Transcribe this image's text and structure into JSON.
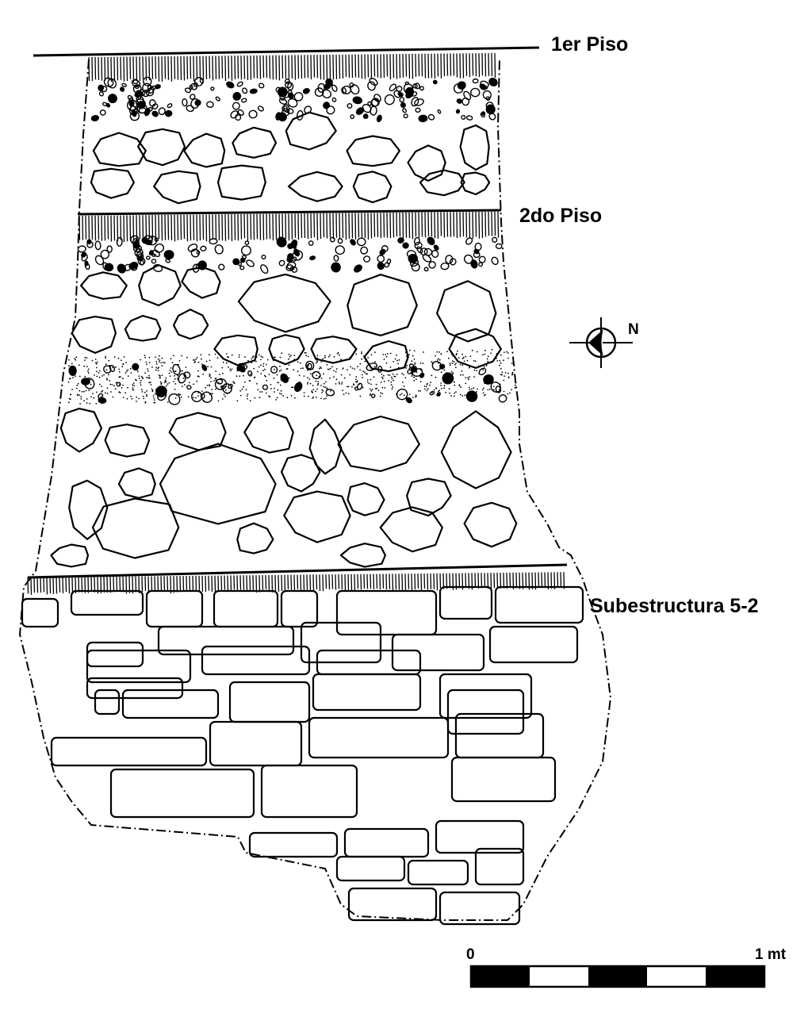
{
  "labels": {
    "floor1": "1er Piso",
    "floor2": "2do Piso",
    "substructure": "Subestructura 5-2"
  },
  "north_arrow": {
    "letter": "N"
  },
  "scale_bar": {
    "start": "0",
    "end": "1 mt"
  },
  "colors": {
    "ink": "#000000",
    "paper": "#ffffff"
  }
}
